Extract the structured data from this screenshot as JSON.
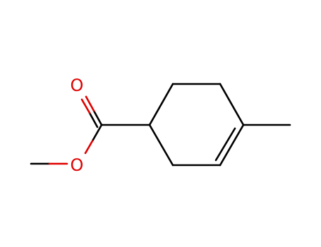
{
  "molecule": {
    "atoms": [
      {
        "id": "O_carbonyl",
        "element": "O",
        "label": "O"
      },
      {
        "id": "O_ester",
        "element": "O",
        "label": "O"
      }
    ],
    "colors": {
      "bond": "#000000",
      "oxygen": "#e00000",
      "background": "#ffffff"
    }
  }
}
